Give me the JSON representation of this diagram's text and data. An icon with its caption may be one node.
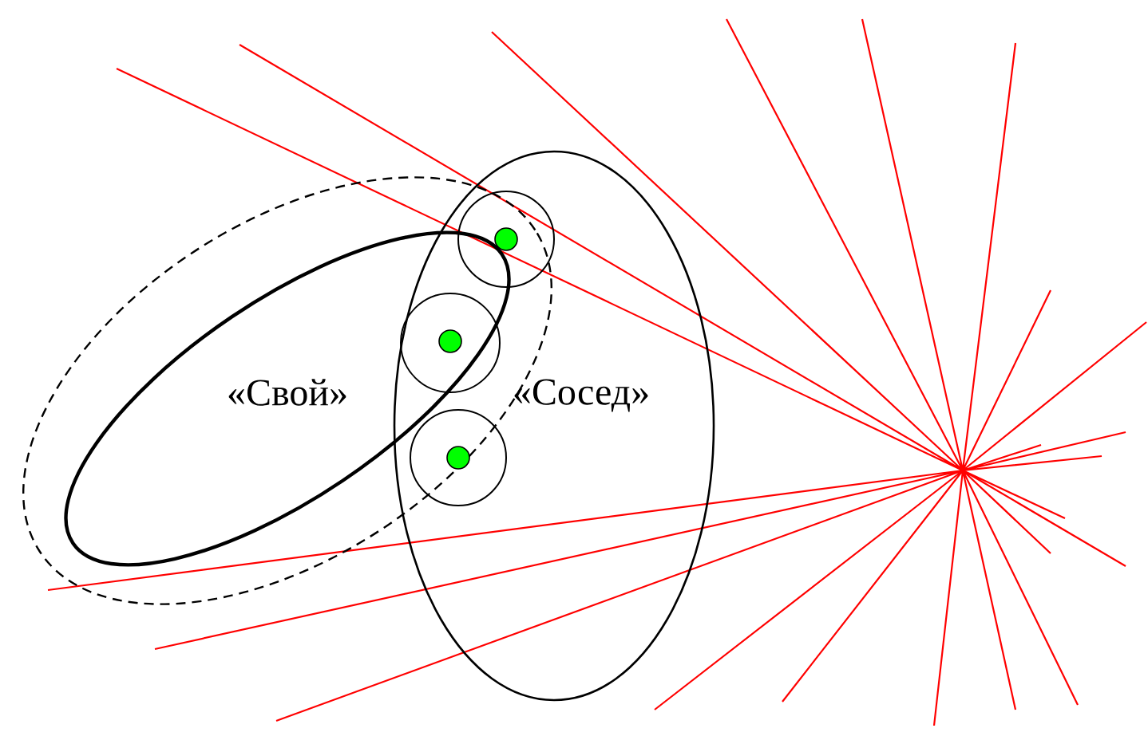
{
  "diagram": {
    "nodes": [
      {
        "text": [],
        "shape": "ellipse"
      },
      {
        "text": [
          "«Свой»"
        ],
        "in": 0
      },
      {
        "text": [
          "«Сосед»"
        ]
      },
      {
        "text": [],
        "shape": "circle"
      },
      {
        "text": [],
        "shape": "circle"
      },
      {
        "text": [],
        "shape": "circle"
      }
    ]
  }
}
